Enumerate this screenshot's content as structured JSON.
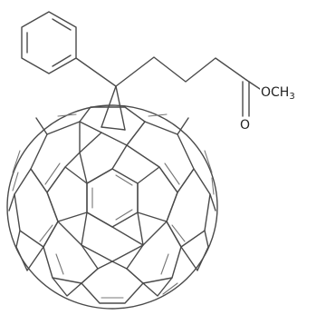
{
  "molecule": {
    "labels": {
      "methoxy": "OCH",
      "methoxy_subscript": "3",
      "carbonyl_oxygen": "O"
    },
    "colors": {
      "bond": "#4a4a4a",
      "background": "#ffffff"
    }
  }
}
